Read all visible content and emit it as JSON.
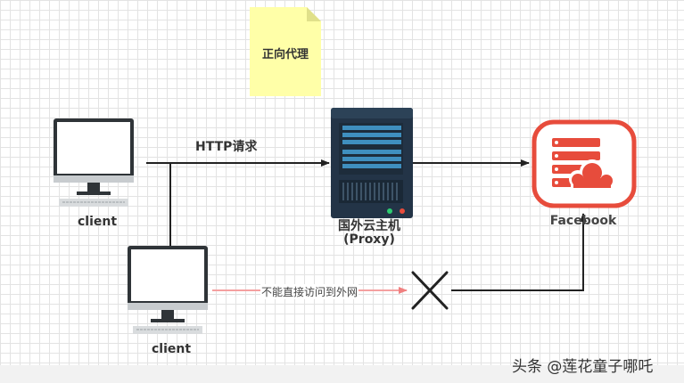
{
  "note": {
    "text": "正向代理"
  },
  "clients": [
    {
      "label": "client"
    },
    {
      "label": "client"
    }
  ],
  "edges": {
    "http_request": "HTTP请求",
    "blocked": "不能直接访问到外网"
  },
  "proxy": {
    "line1": "国外云主机",
    "line2": "(Proxy)"
  },
  "target": {
    "label": "Facebook"
  },
  "watermark": "头条 @莲花童子哪吒",
  "colors": {
    "note": "#ffffa8",
    "server_body": "#233447",
    "server_slot": "#3f8fbf",
    "facebook_red": "#e74c3c",
    "blocked_edge": "#f4a0a0",
    "arrow": "#222222"
  },
  "icons": [
    "monitor-icon",
    "keyboard-icon",
    "server-icon",
    "cloud-server-icon",
    "block-x-icon"
  ]
}
